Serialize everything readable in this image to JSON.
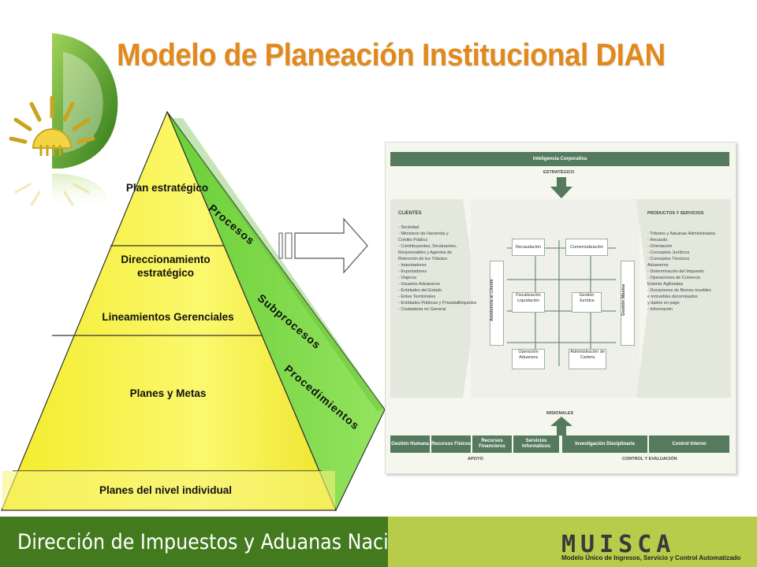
{
  "title": "Modelo de Planeación Institucional DIAN",
  "pyramid": {
    "levels": [
      "Plan estratégico",
      "Direccionamiento estratégico",
      "Lineamientos Gerenciales",
      "Planes y Metas",
      "Planes del nivel individual"
    ],
    "side_labels": [
      "Procesos",
      "Subprocesos",
      "Procedimientos"
    ]
  },
  "process_map": {
    "top_bar": "Inteligencia Corporativa",
    "strategic_label": "ESTRATÉGICO",
    "clients_title": "CLIENTES",
    "clients_items": [
      "- Sociedad",
      "- Ministerio de Hacienda y",
      "  Crédito Público",
      "- Contribuyentes, Declarantes,",
      "  Responsables y Agentes de",
      "  Retención de los Tributos",
      "- Importadores",
      "- Exportadores",
      "- Viajeros",
      "- Usuarios Aduaneros",
      "- Entidades del Estado",
      "- Entes Territoriales",
      "- Entidades Públicas y Privadas",
      "- Ciudadanía en General"
    ],
    "requirements_label": "Requisitos",
    "attention_label": "Asistencia al Cliente",
    "mass_label": "Gestión Masiva",
    "core_boxes": [
      "Recaudación",
      "Comercialización",
      "Fiscalización Liquidación",
      "Gestión Jurídica",
      "Operación Aduanera",
      "Administración de Cartera"
    ],
    "products_title": "PRODUCTOS Y SERVICIOS",
    "products_items": [
      "- Tributos y Aduanas Administrados",
      "- Recaudo",
      "- Orientación",
      "- Conceptos Jurídicos",
      "- Conceptos Técnicos",
      "  Aduaneros",
      "- Determinación del Impuesto",
      "- Operaciones de Comercio",
      "  Exterior Agilizadas",
      "- Donaciones de Bienes muebles",
      "  e inmuebles decomisados",
      "  y dados en pago",
      "- Información"
    ],
    "mission_label": "MISIONALES",
    "support_cells": [
      "Gestión Humana",
      "Recursos Físicos",
      "Recursos Financieros",
      "Servicios Informáticos",
      "Investigación Disciplinaria",
      "Control Interno"
    ],
    "support_label": "APOYO",
    "control_label": "CONTROL Y EVALUACIÓN"
  },
  "footer": {
    "text": "Dirección de Impuestos y Aduanas Nacionales",
    "logo": "MUISCA",
    "logo_sub": "Modelo Único de Ingresos, Servicio y Control Automatizado"
  },
  "colors": {
    "title": "#e2891c",
    "pyramid_yellow": "#f6f03a",
    "side_green": "#7ed84b",
    "footer_dark": "#437a1e",
    "footer_light": "#b7cc4a"
  }
}
